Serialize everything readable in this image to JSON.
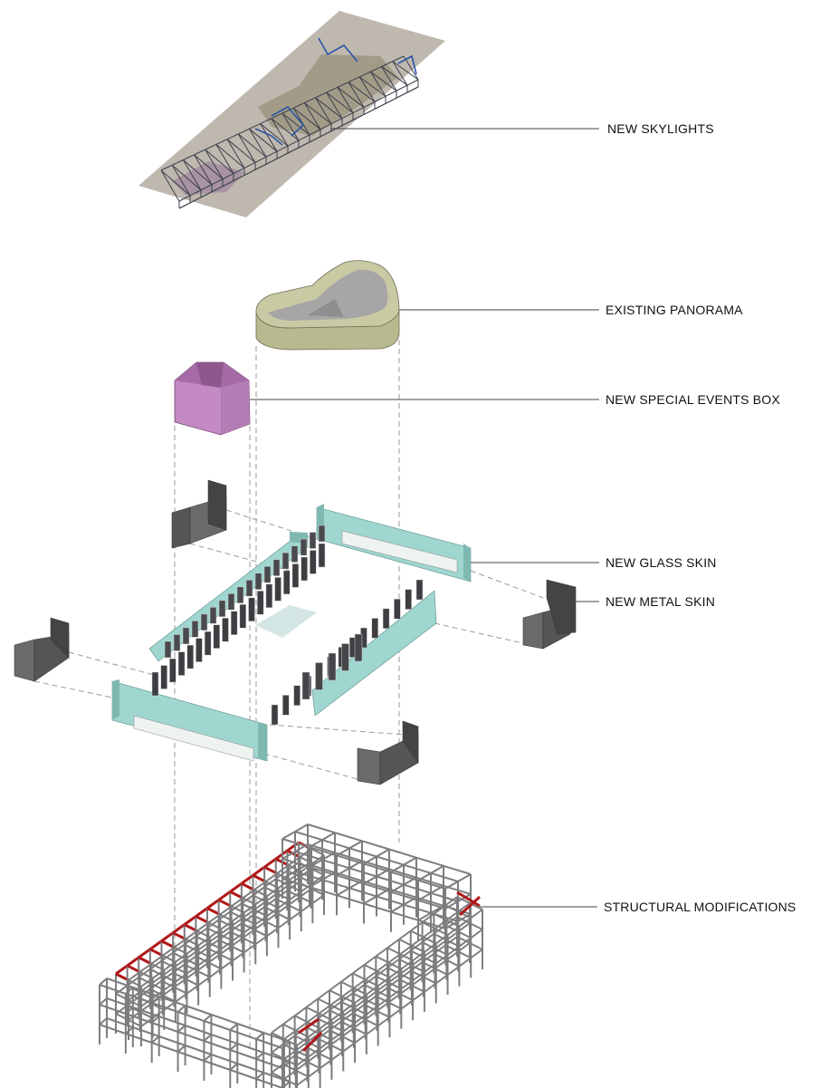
{
  "labels": {
    "skylights": "NEW SKYLIGHTS",
    "panorama": "EXISTING PANORAMA",
    "events_box": "NEW SPECIAL EVENTS BOX",
    "glass_skin": "NEW GLASS SKIN",
    "metal_skin": "NEW METAL SKIN",
    "structural": "STRUCTURAL MODIFICATIONS"
  },
  "colors": {
    "roof_plane": "#b8b0a6",
    "roof_truss": "#3a3f4a",
    "skylight_blue": "#2a55a8",
    "panorama": "#c9c9a4",
    "events_box": "#c48ac4",
    "glass": "#9fd6cf",
    "metal": "#555558",
    "structure": "#7d7d80",
    "structure_new": "#b01818",
    "leader": "#444444",
    "dash": "#9a9a9a"
  }
}
